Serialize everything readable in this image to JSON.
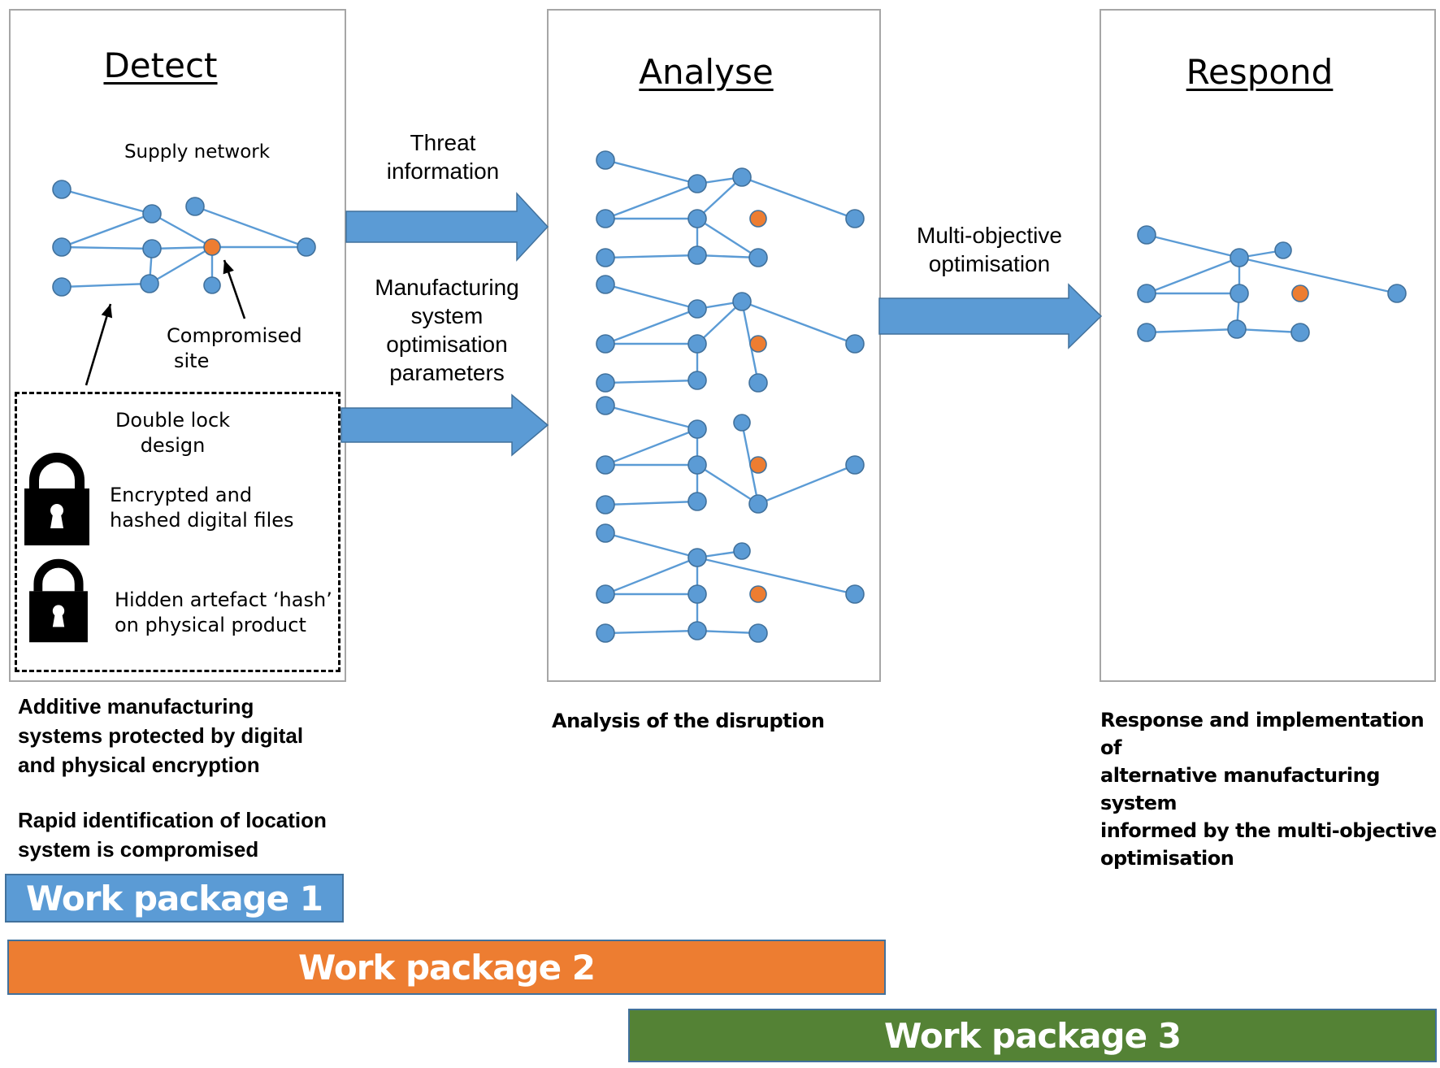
{
  "colors": {
    "node": "#5b9bd5",
    "node_stroke": "#41719c",
    "compromised": "#ed7d31",
    "arrow": "#5b9bd5",
    "wp1": "#5b9bd5",
    "wp2": "#ed7d31",
    "wp3": "#548235"
  },
  "detect": {
    "title": "Detect",
    "network_label": "Supply network",
    "compromised_label_line1": "Compromised",
    "compromised_label_line2": "site",
    "double_lock_line1": "Double lock",
    "double_lock_line2": "design",
    "lock1_line1": "Encrypted and",
    "lock1_line2": "hashed digital files",
    "lock2_line1": "Hidden artefact ‘hash’",
    "lock2_line2": "on physical product",
    "desc1_line1": "Additive manufacturing",
    "desc1_line2": "systems protected by digital",
    "desc1_line3": "and physical encryption",
    "desc2_line1": "Rapid identification of location",
    "desc2_line2": "system is compromised"
  },
  "arrows": {
    "threat_line1": "Threat",
    "threat_line2": "information",
    "mfg_line1": "Manufacturing",
    "mfg_line2": "system",
    "mfg_line3": "optimisation",
    "mfg_line4": "parameters",
    "moo_line1": "Multi-objective",
    "moo_line2": "optimisation"
  },
  "analyse": {
    "title": "Analyse",
    "desc": "Analysis of the disruption"
  },
  "respond": {
    "title": "Respond",
    "desc_line1": "Response and implementation of",
    "desc_line2": "alternative manufacturing system",
    "desc_line3": "informed by the multi-objective",
    "desc_line4": "optimisation"
  },
  "work_packages": [
    {
      "label": "Work package 1"
    },
    {
      "label": "Work package 2"
    },
    {
      "label": "Work package 3"
    }
  ]
}
